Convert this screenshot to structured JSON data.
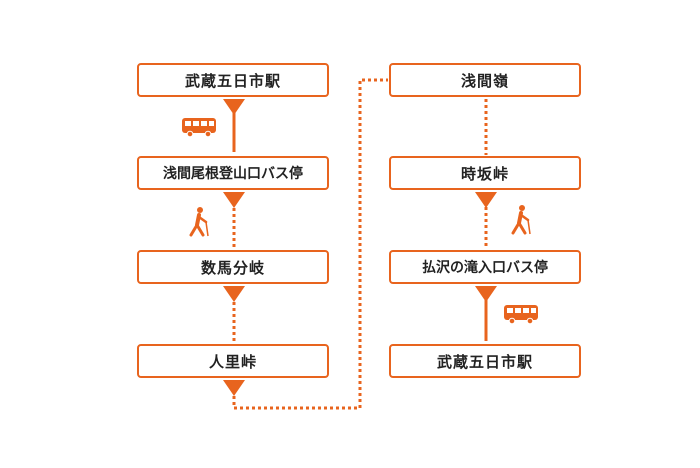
{
  "colors": {
    "accent": "#e8641e",
    "text": "#222222",
    "background": "#ffffff"
  },
  "route": {
    "left_column": [
      {
        "name": "武蔵五日市駅",
        "mode_after": "bus"
      },
      {
        "name": "浅間尾根登山口バス停",
        "mode_after": "walk"
      },
      {
        "name": "数馬分岐",
        "mode_after": "walk"
      },
      {
        "name": "人里峠",
        "mode_after": "walk"
      }
    ],
    "right_column": [
      {
        "name": "浅間嶺",
        "mode_after": "walk"
      },
      {
        "name": "時坂峠",
        "mode_after": "walk"
      },
      {
        "name": "払沢の滝入口バス停",
        "mode_after": "bus"
      },
      {
        "name": "武蔵五日市駅",
        "mode_after": ""
      }
    ]
  },
  "icons": {
    "bus": "bus-icon",
    "walk": "hiker-icon"
  }
}
